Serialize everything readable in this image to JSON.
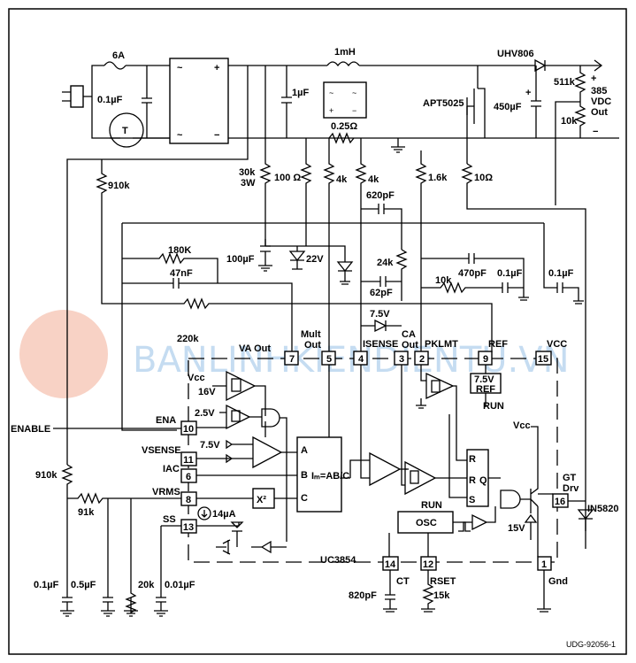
{
  "figure_id": "UDG-92056-1",
  "chip": {
    "name": "UC3854",
    "im_formula": "Iₘ=AB/C",
    "x2": "X²",
    "a": "A",
    "b": "B",
    "c": "C"
  },
  "pins": [
    {
      "num": "7",
      "name": "VA Out"
    },
    {
      "num": "5",
      "name": "Mult Out"
    },
    {
      "num": "4",
      "name": "ISENSE"
    },
    {
      "num": "3",
      "name": "CA Out"
    },
    {
      "num": "2",
      "name": "PKLMT"
    },
    {
      "num": "9",
      "name": "REF"
    },
    {
      "num": "15",
      "name": "VCC"
    },
    {
      "num": "10",
      "name": "ENA"
    },
    {
      "num": "11",
      "name": "VSENSE"
    },
    {
      "num": "6",
      "name": "IAC"
    },
    {
      "num": "8",
      "name": "VRMS"
    },
    {
      "num": "13",
      "name": "SS"
    },
    {
      "num": "14",
      "name": "CT"
    },
    {
      "num": "12",
      "name": "RSET"
    },
    {
      "num": "16",
      "name": "GT Drv"
    },
    {
      "num": "1",
      "name": "Gnd"
    }
  ],
  "labels": {
    "fuse": "6A",
    "line_cap": "0.1µF",
    "inductor": "1mH",
    "bulk_cap": "1µF",
    "diode": "UHV806",
    "mosfet": "APT5025",
    "out_cap": "450µF",
    "r_out_top": "511k",
    "r_out_bot": "10k",
    "vout1": "385",
    "vout2": "VDC",
    "vout3": "Out",
    "plus": "+",
    "minus": "−",
    "shunt": "0.25Ω",
    "r_30k_a": "30k",
    "r_30k_b": "3W",
    "r_100": "100 Ω",
    "r_4k_a": "4k",
    "r_4k_b": "4k",
    "r_1_6k": "1.6k",
    "r_10": "10Ω",
    "r_910k_top": "910k",
    "c_620p": "620pF",
    "c_100u": "100µF",
    "zener_22": "22V",
    "r_24k": "24k",
    "c_62p": "62pF",
    "r_180k": "180K",
    "c_47n": "47nF",
    "c_470p": "470pF",
    "r_10k": "10k",
    "c_0_1a": "0.1µF",
    "c_0_1b": "0.1µF",
    "r_220k": "220k",
    "zener_7_5": "7.5V",
    "vcc": "Vcc",
    "v16": "16V",
    "v2_5": "2.5V",
    "v7_5": "7.5V",
    "i14": "14µA",
    "enable": "ENABLE",
    "r_910k": "910k",
    "r_91k": "91k",
    "ref_7_5a": "7.5V",
    "ref_7_5b": "REF",
    "run": "RUN",
    "run2": "RUN",
    "vcc2": "Vcc",
    "osc": "OSC",
    "r": "R",
    "s": "S",
    "q": "Q",
    "v15": "15V",
    "diode_out": "IN5820",
    "c_bot1": "0.1µF",
    "c_bot2": "0.5µF",
    "r_bot": "20k",
    "c_bot3": "0.01µF",
    "c_820p": "820pF",
    "r_15k": "15k"
  },
  "watermark": "BANLINHKIENDIENTU.VN",
  "colors": {
    "ink": "#000000",
    "watermark": "#9fc6e8"
  }
}
